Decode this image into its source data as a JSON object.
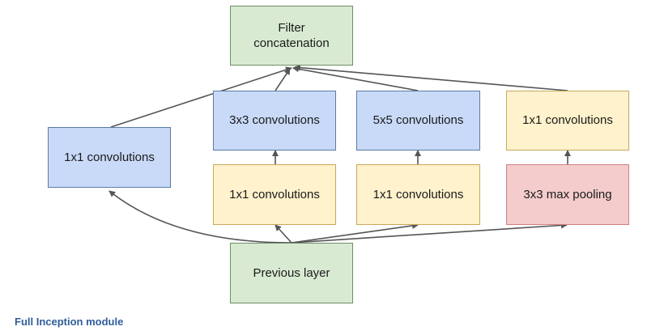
{
  "caption": "Full Inception module",
  "nodes": {
    "filter_concat": {
      "line1": "Filter",
      "line2": "concatenation"
    },
    "conv1x1_direct": "1x1 convolutions",
    "conv3x3": "3x3 convolutions",
    "conv5x5": "5x5 convolutions",
    "conv1x1_pool_proj": "1x1 convolutions",
    "conv1x1_reduce_3x3": "1x1 convolutions",
    "conv1x1_reduce_5x5": "1x1 convolutions",
    "max_pool": "3x3 max pooling",
    "previous_layer": "Previous layer"
  },
  "colors": {
    "concat": "#d9ead3",
    "conv_primary": "#c9daf8",
    "conv_reduce": "#fff2cc",
    "pool": "#f4cccc",
    "arrow": "#555555",
    "caption": "#2f5d9a"
  }
}
